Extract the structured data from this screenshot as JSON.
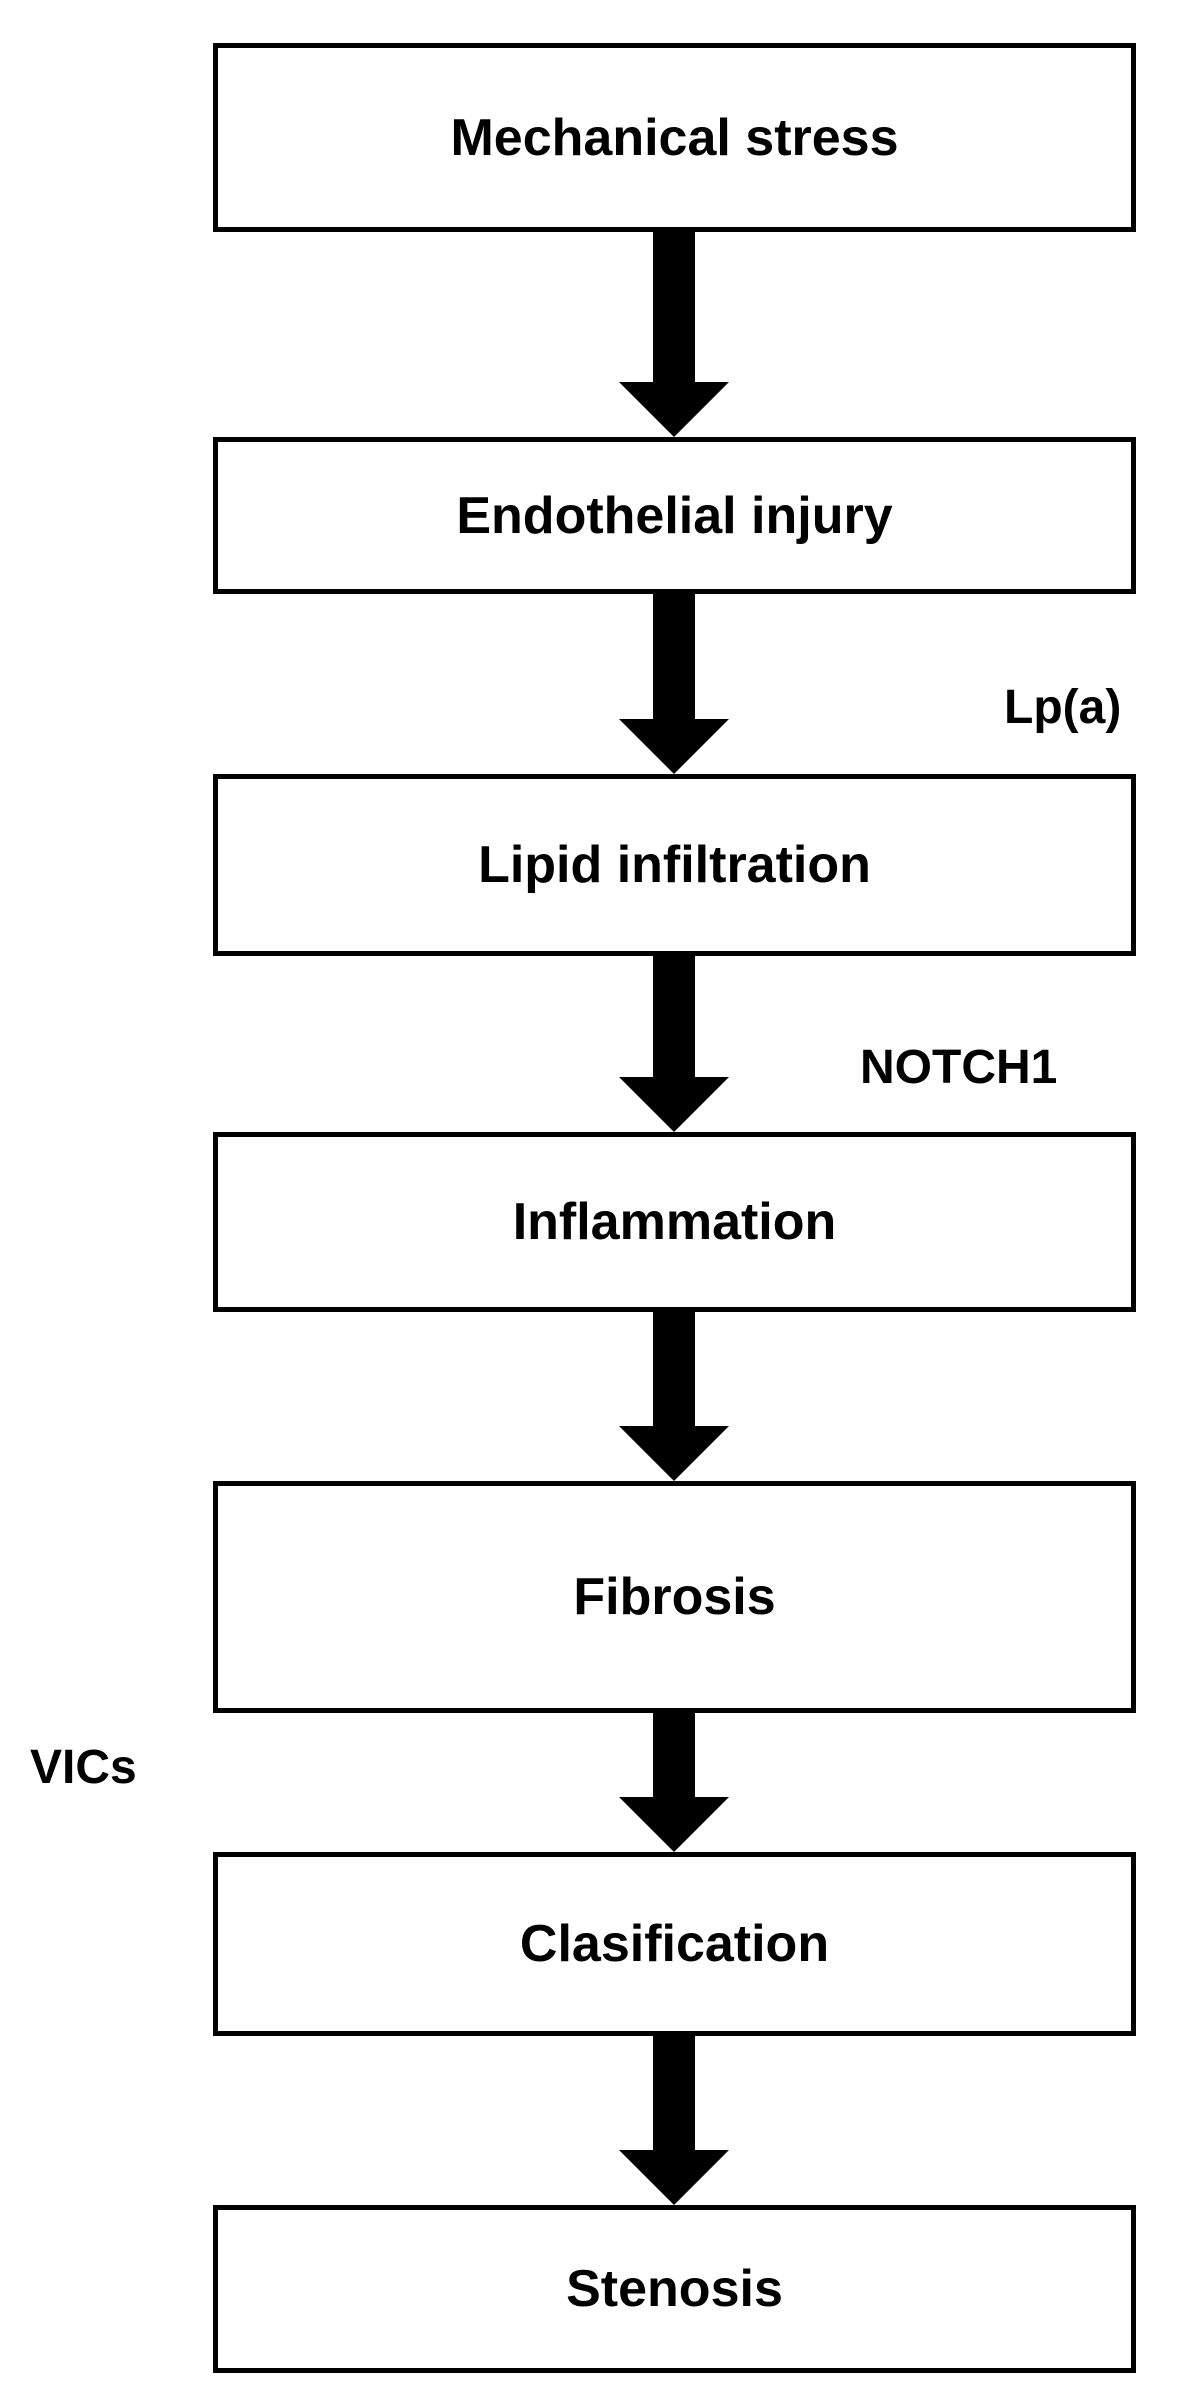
{
  "diagram": {
    "steps": [
      {
        "label": "Mechanical stress"
      },
      {
        "label": "Endothelial injury"
      },
      {
        "label": "Lipid infiltration"
      },
      {
        "label": "Inflammation"
      },
      {
        "label": "Fibrosis"
      },
      {
        "label": "Clasification"
      },
      {
        "label": "Stenosis"
      }
    ],
    "annotations": [
      {
        "label": "Lp(a)"
      },
      {
        "label": "NOTCH1"
      },
      {
        "label": "VICs"
      }
    ],
    "colors": {
      "stroke": "#000000",
      "background": "#ffffff",
      "text": "#000000"
    }
  }
}
